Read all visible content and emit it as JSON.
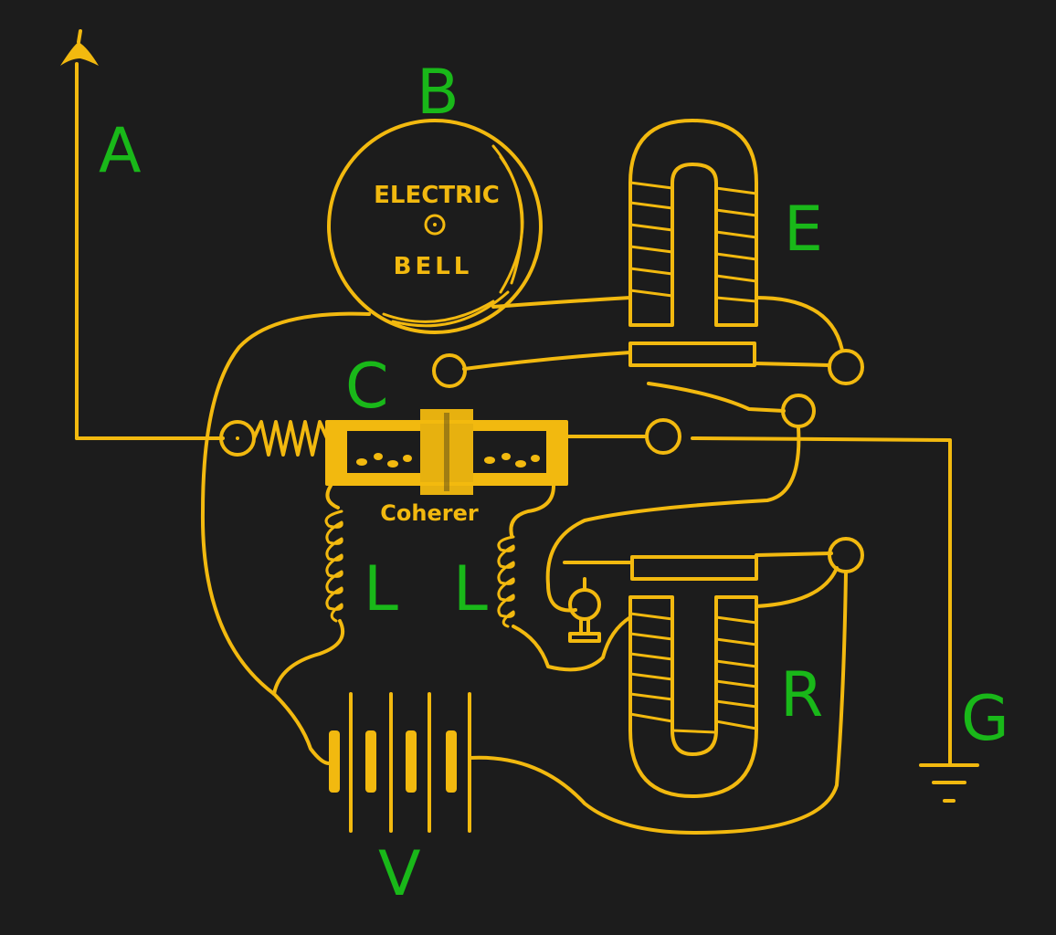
{
  "diagram": {
    "title": "Coherer wireless receiver circuit",
    "labels": {
      "A": "A",
      "B": "B",
      "C": "C",
      "E": "E",
      "L1": "L",
      "L2": "L",
      "R": "R",
      "G": "G",
      "V": "V"
    },
    "component_text": {
      "bell_line1": "ELECTRIC",
      "bell_line2": "BELL",
      "coherer": "Coherer"
    },
    "components": [
      {
        "id": "A",
        "name": "antenna"
      },
      {
        "id": "B",
        "name": "electric bell"
      },
      {
        "id": "C",
        "name": "coherer"
      },
      {
        "id": "E",
        "name": "tapper electromagnet"
      },
      {
        "id": "L",
        "name": "choke coils"
      },
      {
        "id": "R",
        "name": "relay"
      },
      {
        "id": "G",
        "name": "ground"
      },
      {
        "id": "V",
        "name": "battery"
      }
    ],
    "colors": {
      "background": "#1c1c1c",
      "wire": "#f2b90f",
      "label": "#19b819"
    }
  }
}
